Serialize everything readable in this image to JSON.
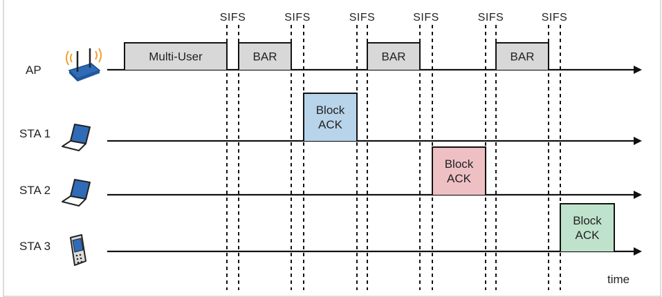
{
  "sifs_label": "SIFS",
  "time_label": "time",
  "stations": [
    {
      "id": "ap",
      "label": "AP",
      "icon": "wifi-router-icon"
    },
    {
      "id": "sta1",
      "label": "STA 1",
      "icon": "laptop-icon"
    },
    {
      "id": "sta2",
      "label": "STA 2",
      "icon": "laptop-icon"
    },
    {
      "id": "sta3",
      "label": "STA 3",
      "icon": "pda-phone-icon"
    }
  ],
  "frames": [
    {
      "station": "ap",
      "lines": [
        "Multi-User"
      ],
      "color": "#d8d8d8"
    },
    {
      "station": "ap",
      "lines": [
        "BAR"
      ],
      "color": "#d8d8d8"
    },
    {
      "station": "sta1",
      "lines": [
        "Block",
        "ACK"
      ],
      "color": "#b8d4ea"
    },
    {
      "station": "ap",
      "lines": [
        "BAR"
      ],
      "color": "#d8d8d8"
    },
    {
      "station": "sta2",
      "lines": [
        "Block",
        "ACK"
      ],
      "color": "#eec0c4"
    },
    {
      "station": "ap",
      "lines": [
        "BAR"
      ],
      "color": "#d8d8d8"
    },
    {
      "station": "sta3",
      "lines": [
        "Block",
        "ACK"
      ],
      "color": "#bfe2cc"
    }
  ],
  "sifs_count": 6,
  "colors": {
    "line": "#111111",
    "router_body": "#2f6bb7",
    "router_waves": "#f0a030",
    "laptop_screen": "#2f6bb7"
  }
}
